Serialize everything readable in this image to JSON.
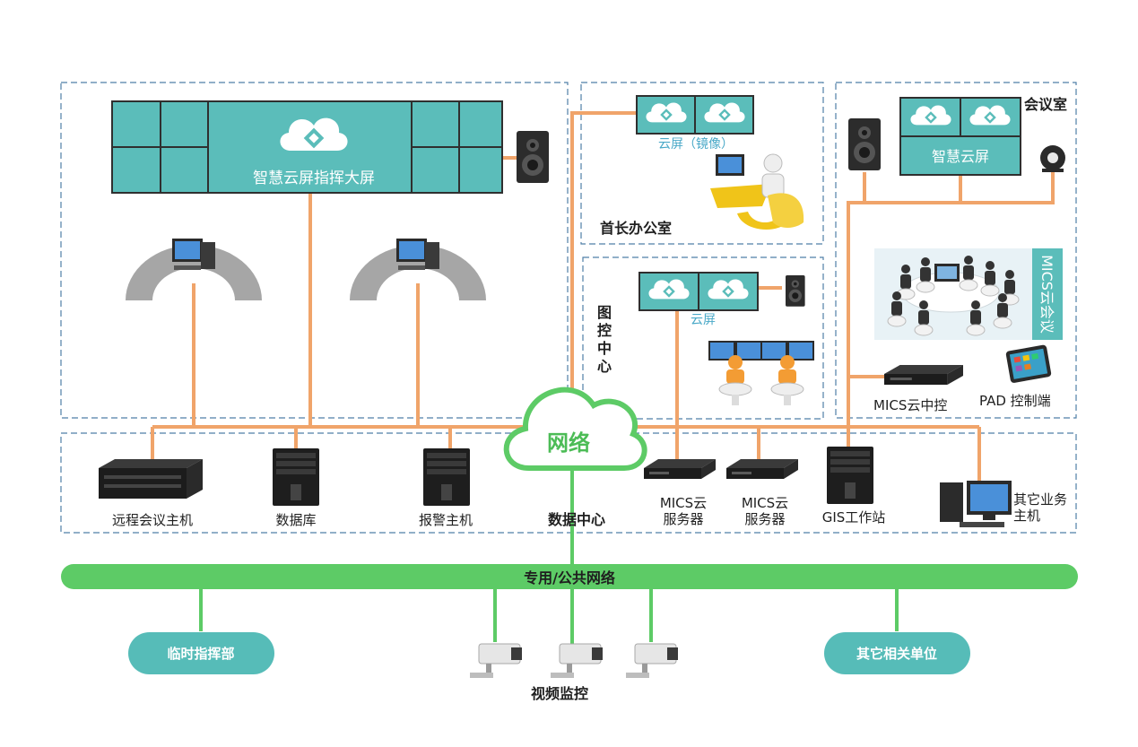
{
  "colors": {
    "orange_line": "#F0A46A",
    "green_line": "#5DCB66",
    "teal_screen": "#5BBDBA",
    "teal_pill": "#56BCB8",
    "dashed_border": "#4F7FA6"
  },
  "main_screen": {
    "label": "智慧云屏指挥大屏",
    "icon": "cloud-logo-icon"
  },
  "chief_office": {
    "screen_label": "云屏（镜像）",
    "room_label": "首长办公室"
  },
  "graphics_center": {
    "screen_label": "云屏",
    "room_label_chars": [
      "图",
      "控",
      "中",
      "心"
    ]
  },
  "meeting_room": {
    "room_label": "会议室",
    "screen_label": "智慧云屏",
    "banner_text": "MICS云会议",
    "controller_label": "MICS云中控",
    "pad_label": "PAD 控制端"
  },
  "network_cloud": {
    "label": "网络"
  },
  "data_center": {
    "label": "数据中心",
    "devices": [
      {
        "label": "远程会议主机"
      },
      {
        "label": "数据库"
      },
      {
        "label": "报警主机"
      },
      {
        "label_lines": [
          "MICS云",
          "服务器"
        ]
      },
      {
        "label_lines": [
          "MICS云",
          "服务器"
        ]
      },
      {
        "label": "GIS工作站"
      },
      {
        "label_lines": [
          "其它业务",
          "主机"
        ]
      }
    ]
  },
  "public_network": {
    "label": "专用/公共网络"
  },
  "bottom_nodes": {
    "temp_command": "临时指挥部",
    "video_monitor": "视频监控",
    "other_units": "其它相关单位"
  }
}
